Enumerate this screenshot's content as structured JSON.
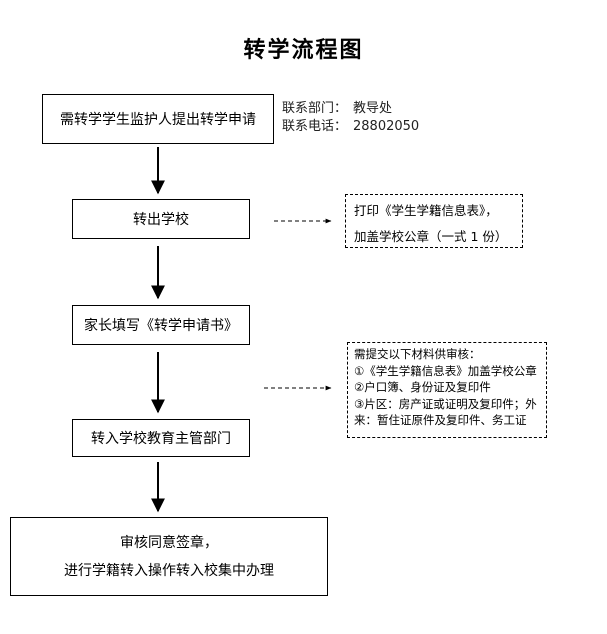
{
  "title": "转学流程图",
  "steps": [
    "需转学学生监护人提出转学申请",
    "转出学校",
    "家长填写《转学申请书》",
    "转入学校教育主管部门"
  ],
  "final_step": {
    "line1": "审核同意签章，",
    "line2": "进行学籍转入操作转入校集中办理"
  },
  "contact": {
    "dept_label": "联系部门：",
    "dept_value": "教导处",
    "phone_label": "联系电话：",
    "phone_value": "28802050"
  },
  "note_transfer_out": {
    "line1": "打印《学生学籍信息表》，",
    "line2": "加盖学校公章（一式 1 份）"
  },
  "note_materials": {
    "heading": "需提交以下材料供审核：",
    "item1": "①《学生学籍信息表》加盖学校公章",
    "item2": "②户口簿、身份证及复印件",
    "item3a": "③片区：房产证或证明及复印件；外",
    "item3b": "来：暂住证原件及复印件、务工证"
  }
}
